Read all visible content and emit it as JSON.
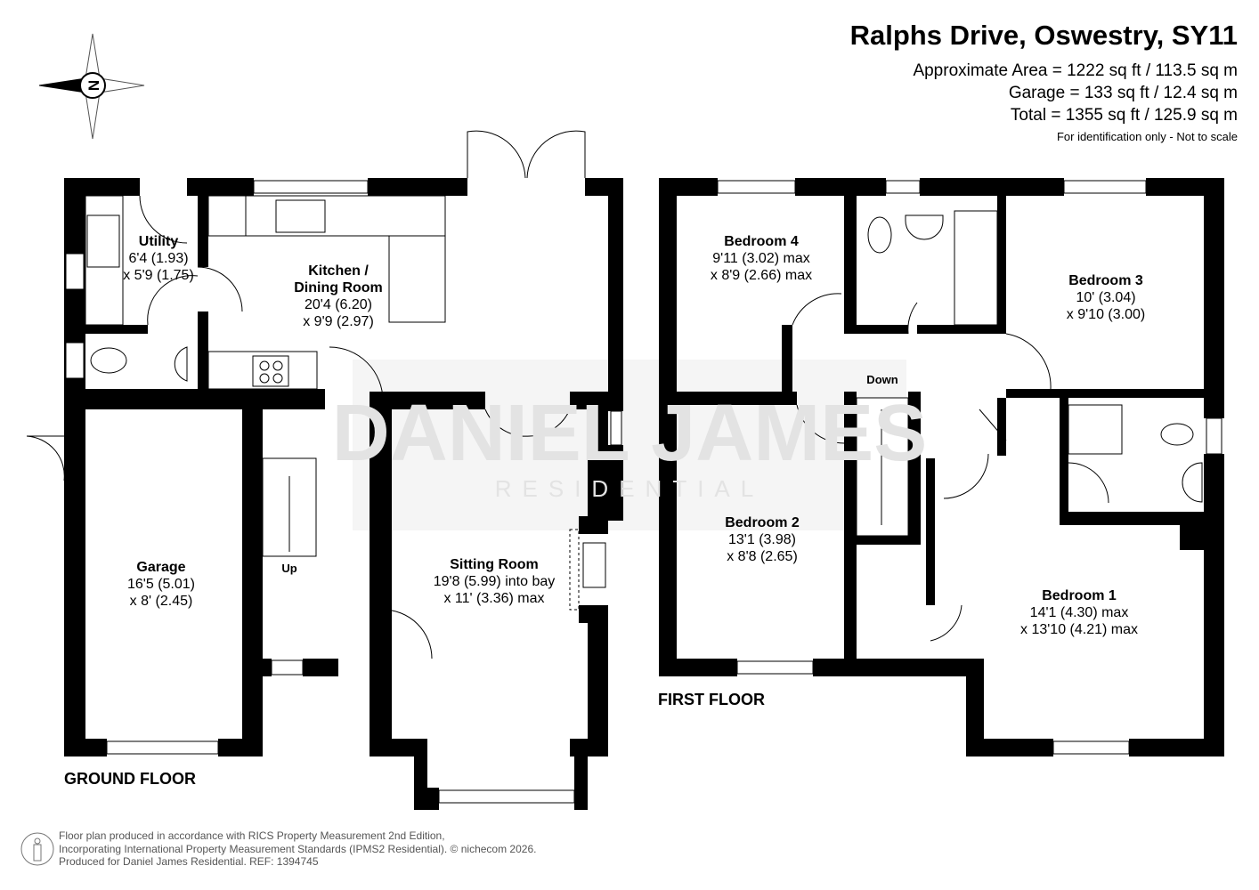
{
  "header": {
    "title": "Ralphs Drive, Oswestry, SY11",
    "approx_area": "Approximate Area = 1222 sq ft / 113.5 sq m",
    "garage_area": "Garage = 133 sq ft / 12.4 sq m",
    "total_area": "Total = 1355 sq ft / 125.9 sq m",
    "note": "For identification only - Not to scale"
  },
  "compass": {
    "label": "N",
    "icon": "compass-icon"
  },
  "watermark": {
    "line1": "DANIEL JAMES",
    "line2": "RESIDENTIAL"
  },
  "ground_floor": {
    "label": "GROUND FLOOR",
    "rooms": [
      {
        "name": "Utility",
        "dim1": "6'4 (1.93)",
        "dim2": "x 5'9 (1.75)"
      },
      {
        "name": "Kitchen /",
        "name2": "Dining Room",
        "dim1": "20'4 (6.20)",
        "dim2": "x 9'9 (2.97)"
      },
      {
        "name": "Garage",
        "dim1": "16'5 (5.01)",
        "dim2": "x 8' (2.45)"
      },
      {
        "name": "Sitting Room",
        "dim1": "19'8 (5.99) into bay",
        "dim2": "x 11' (3.36) max"
      }
    ],
    "stairs_label": "Up"
  },
  "first_floor": {
    "label": "FIRST FLOOR",
    "rooms": [
      {
        "name": "Bedroom 4",
        "dim1": "9'11 (3.02) max",
        "dim2": "x 8'9 (2.66) max"
      },
      {
        "name": "Bedroom 3",
        "dim1": "10' (3.04)",
        "dim2": "x 9'10 (3.00)"
      },
      {
        "name": "Bedroom 2",
        "dim1": "13'1 (3.98)",
        "dim2": "x 8'8 (2.65)"
      },
      {
        "name": "Bedroom 1",
        "dim1": "14'1 (4.30) max",
        "dim2": "x 13'10 (4.21) max"
      }
    ],
    "stairs_label": "Down"
  },
  "footer": {
    "line1": "Floor plan produced in accordance with RICS Property Measurement 2nd Edition,",
    "line2": "Incorporating International Property Measurement Standards (IPMS2 Residential).   © nichecom 2026.",
    "line3": "Produced for Daniel James Residential.   REF:  1394745",
    "icon": "person-icon"
  }
}
